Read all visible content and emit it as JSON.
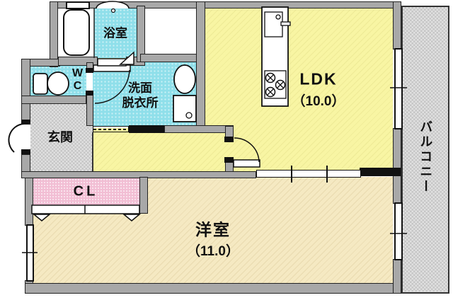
{
  "plan": {
    "type": "japanese-apartment-floorplan",
    "rooms": {
      "bathroom": {
        "label": "浴室"
      },
      "wc": {
        "label": "WC"
      },
      "washroom": {
        "line1": "洗面",
        "line2": "脱衣所"
      },
      "entrance": {
        "label": "玄関"
      },
      "ldk": {
        "label": "LDK",
        "size": "（10.0）"
      },
      "closet": {
        "label": "CL"
      },
      "western_room": {
        "label": "洋室",
        "size": "（11.0）"
      },
      "balcony": {
        "label": "バルコニー"
      }
    },
    "fixtures": [
      "bathtub",
      "bath-counter",
      "toilet",
      "wash-basin",
      "washing-machine",
      "kitchen-sink",
      "gas-stove",
      "entrance-door",
      "washroom-door",
      "ldk-door",
      "sliding-door",
      "closet-folding-door",
      "windows"
    ],
    "colors": {
      "wet_area_floor": "#8fdfea",
      "ldk_floor": "#f8f5a3",
      "western_floor": "#f5e9c2",
      "closet_fill": "#f2bed4",
      "entrance_floor": "#e0e0e0",
      "balcony_floor": "#e0e0e0",
      "wall_fill": "#a8a8a8",
      "outline": "#232323"
    }
  }
}
